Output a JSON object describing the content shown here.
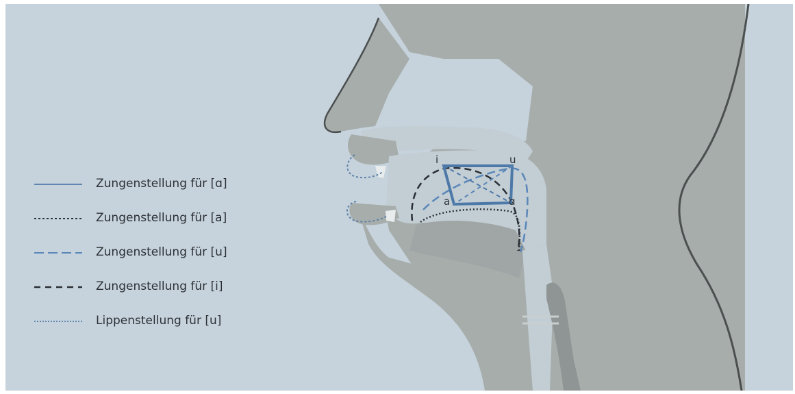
{
  "legend": [
    {
      "label": "Zungenstellung für [ɑ]",
      "style": "solid-blue"
    },
    {
      "label": "Zungenstellung für [a]",
      "style": "dotted-dark"
    },
    {
      "label": "Zungenstellung für [u]",
      "style": "dashed-blue"
    },
    {
      "label": "Zungenstellung für [i]",
      "style": "dashed-dark"
    },
    {
      "label": "Lippenstellung für [u]",
      "style": "dotted-blue"
    }
  ],
  "vowel_labels": {
    "i": "i",
    "u": "u",
    "a": "a",
    "o": "ɑ"
  },
  "colors": {
    "background": "#c6d3dc",
    "head": "#a4a9a8",
    "mouth": "#b9c3c8",
    "tongue_blue": "#4d79a8",
    "dark_line": "#2b2f36"
  }
}
